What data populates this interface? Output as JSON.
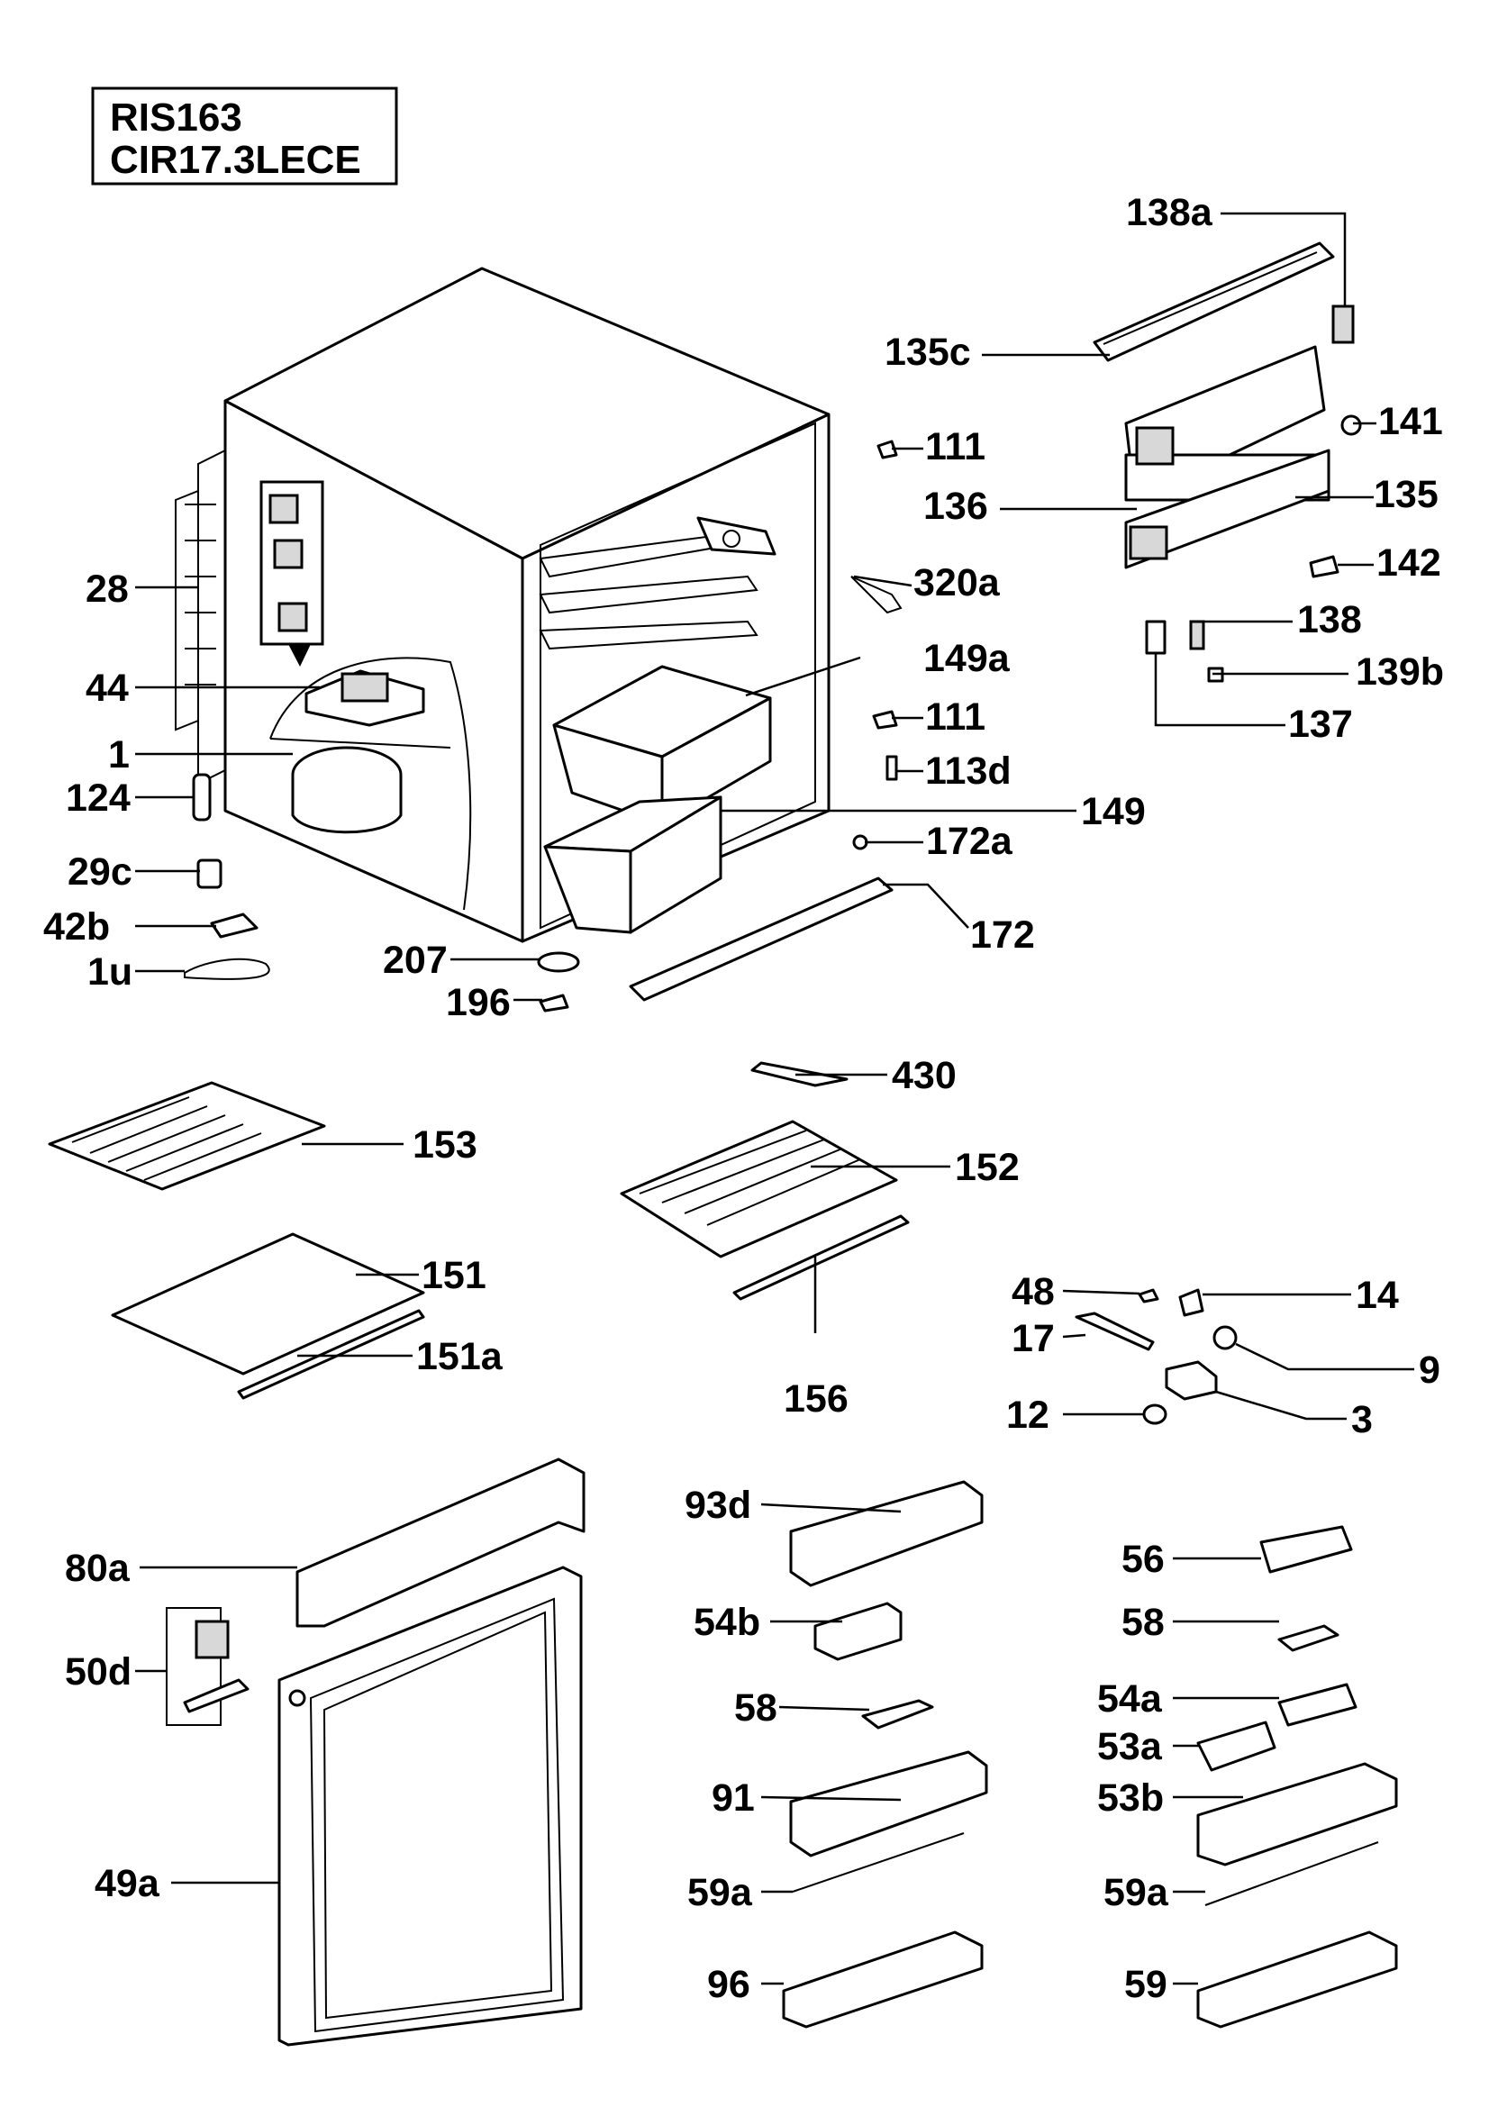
{
  "title": {
    "line1": "RIS163",
    "line2": "CIR17.3LECE"
  },
  "labels": {
    "138a": "138a",
    "135c": "135c",
    "141": "141",
    "135": "135",
    "136": "136",
    "111a": "111",
    "142": "142",
    "320a": "320a",
    "138": "138",
    "149a": "149a",
    "139b": "139b",
    "111b": "111",
    "137": "137",
    "113d": "113d",
    "149": "149",
    "172a": "172a",
    "172": "172",
    "28": "28",
    "44": "44",
    "1": "1",
    "124": "124",
    "29c": "29c",
    "42b": "42b",
    "1u": "1u",
    "207": "207",
    "196": "196",
    "430": "430",
    "153": "153",
    "152": "152",
    "151": "151",
    "151a": "151a",
    "156": "156",
    "48": "48",
    "14": "14",
    "17": "17",
    "9": "9",
    "12": "12",
    "3": "3",
    "93d": "93d",
    "80a": "80a",
    "56": "56",
    "54b": "54b",
    "58a": "58",
    "50d": "50d",
    "58b": "58",
    "54a": "54a",
    "53a": "53a",
    "91": "91",
    "53b": "53b",
    "49a": "49a",
    "59a_1": "59a",
    "59a_2": "59a",
    "96": "96",
    "59": "59"
  }
}
